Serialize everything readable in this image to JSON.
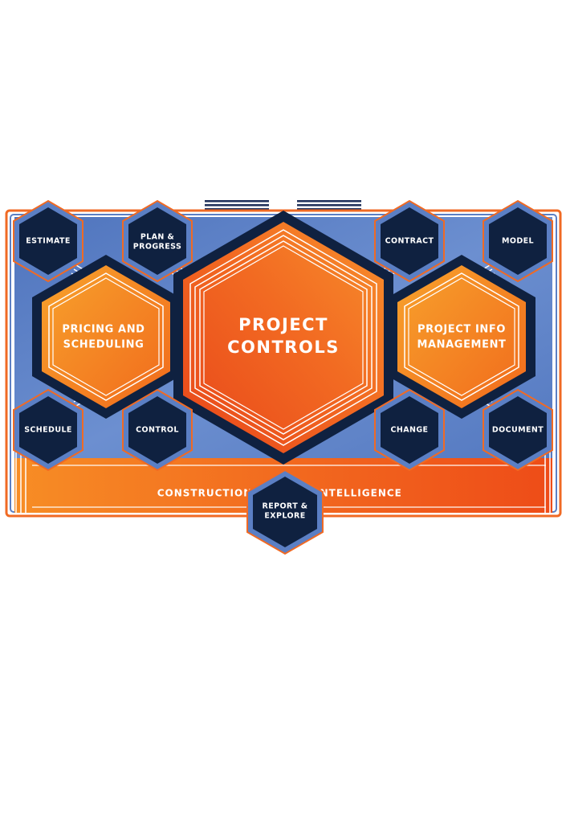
{
  "colors": {
    "background": "#ffffff",
    "panel_blue": "#5b7fc4",
    "panel_blue_light": "#7e9bd8",
    "orange": "#f05a1a",
    "orange_light": "#f79a2a",
    "navy": "#0f2140",
    "outline_orange": "#f06a24",
    "line_white": "#ffffff"
  },
  "diagram": {
    "center": {
      "line1": "PROJECT",
      "line2": "CONTROLS"
    },
    "left_hub": {
      "line1": "PRICING AND",
      "line2": "SCHEDULING"
    },
    "right_hub": {
      "line1": "PROJECT INFO",
      "line2": "MANAGEMENT"
    },
    "nodes": {
      "estimate": "ESTIMATE",
      "plan_progress_1": "PLAN &",
      "plan_progress_2": "PROGRESS",
      "contract": "CONTRACT",
      "model": "MODEL",
      "schedule": "SCHEDULE",
      "control": "CONTROL",
      "change": "CHANGE",
      "document": "DOCUMENT",
      "report_1": "REPORT &",
      "report_2": "EXPLORE"
    },
    "band": {
      "left": "CONSTRUCTION",
      "right": "INTELLIGENCE"
    }
  }
}
